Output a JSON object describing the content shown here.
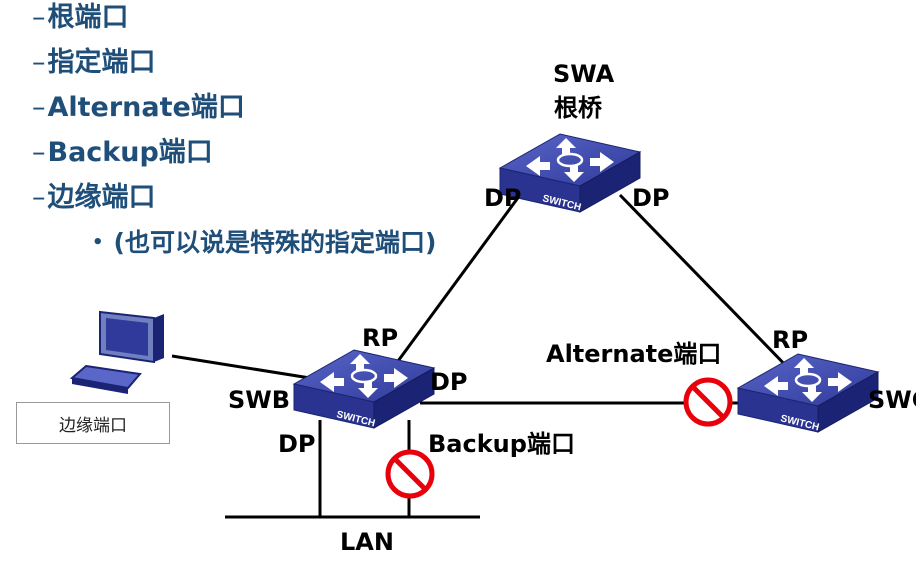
{
  "bullets": [
    {
      "dash": "–",
      "text": "根端口"
    },
    {
      "dash": "–",
      "text": "指定端口"
    },
    {
      "dash": "–",
      "text": "Alternate端口"
    },
    {
      "dash": "–",
      "text": "Backup端口"
    },
    {
      "dash": "–",
      "text": "边缘端口"
    }
  ],
  "sub_bullet": {
    "dot": "•",
    "text": "(也可以说是特殊的指定端口)"
  },
  "nodes": {
    "swa": {
      "name": "SWA",
      "role": "根桥",
      "icon": "switch-icon",
      "badge": "SWITCH"
    },
    "swb": {
      "name": "SWB",
      "icon": "switch-icon",
      "badge": "SWITCH"
    },
    "swc": {
      "name": "SWC",
      "icon": "switch-icon",
      "badge": "SWITCH"
    },
    "pc": {
      "icon": "computer-icon"
    },
    "lan": {
      "name": "LAN"
    }
  },
  "ports": {
    "swa_left": "DP",
    "swa_right": "DP",
    "swb_up": "RP",
    "swb_right": "DP",
    "swb_down": "DP",
    "swc_up": "RP",
    "alternate": "Alternate端口",
    "backup": "Backup端口"
  },
  "callout": {
    "text": "边缘端口"
  },
  "colors": {
    "bullet_text": "#1f4e79",
    "switch_top": "#3b46a8",
    "switch_side": "#1b2474",
    "blocked": "#e8000b"
  }
}
